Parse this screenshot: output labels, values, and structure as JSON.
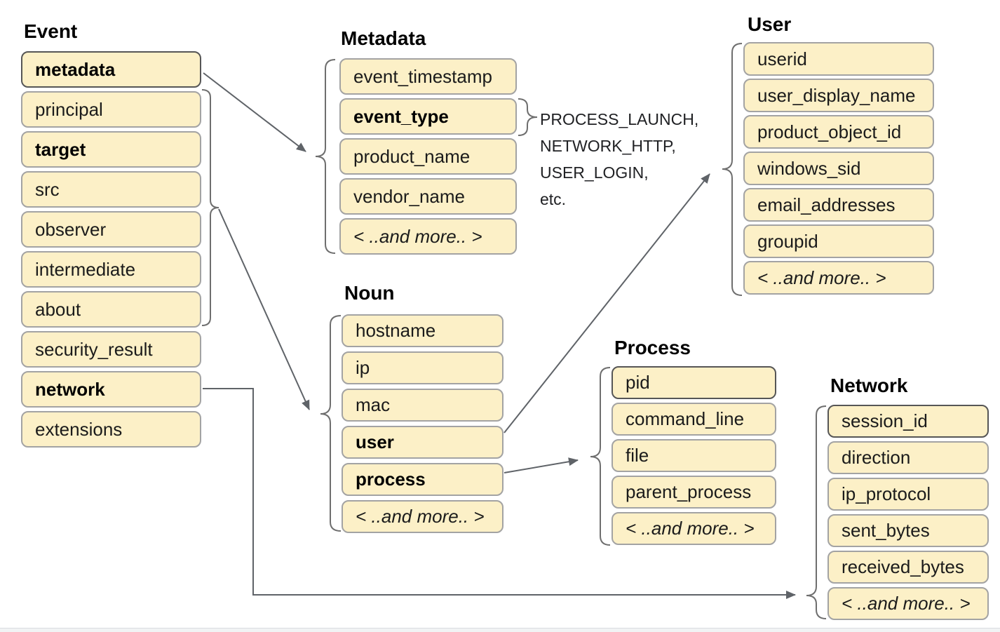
{
  "colors": {
    "box_fill": "#fcf0c7",
    "box_border": "#a3a3a3",
    "box_border_emphasis": "#565656",
    "line": "#5f6368",
    "text": "#1b1b1b"
  },
  "groups": [
    {
      "id": "event",
      "title": "Event",
      "items": [
        {
          "label": "metadata",
          "bold": true,
          "emphasis_border": true
        },
        {
          "label": "principal"
        },
        {
          "label": "target",
          "bold": true
        },
        {
          "label": "src"
        },
        {
          "label": "observer"
        },
        {
          "label": "intermediate"
        },
        {
          "label": "about"
        },
        {
          "label": "security_result"
        },
        {
          "label": "network",
          "bold": true
        },
        {
          "label": "extensions"
        }
      ]
    },
    {
      "id": "metadata",
      "title": "Metadata",
      "items": [
        {
          "label": "event_timestamp"
        },
        {
          "label": "event_type",
          "bold": true
        },
        {
          "label": "product_name"
        },
        {
          "label": "vendor_name"
        },
        {
          "label": "< ..and more.. >",
          "italic": true
        }
      ]
    },
    {
      "id": "noun",
      "title": "Noun",
      "items": [
        {
          "label": "hostname"
        },
        {
          "label": "ip"
        },
        {
          "label": "mac"
        },
        {
          "label": "user",
          "bold": true
        },
        {
          "label": "process",
          "bold": true
        },
        {
          "label": "< ..and more.. >",
          "italic": true
        }
      ]
    },
    {
      "id": "user",
      "title": "User",
      "items": [
        {
          "label": "userid"
        },
        {
          "label": "user_display_name"
        },
        {
          "label": "product_object_id"
        },
        {
          "label": "windows_sid"
        },
        {
          "label": "email_addresses"
        },
        {
          "label": "groupid"
        },
        {
          "label": "< ..and more.. >",
          "italic": true
        }
      ]
    },
    {
      "id": "process",
      "title": "Process",
      "items": [
        {
          "label": "pid",
          "emphasis_border": true
        },
        {
          "label": "command_line"
        },
        {
          "label": "file"
        },
        {
          "label": "parent_process"
        },
        {
          "label": "< ..and more.. >",
          "italic": true
        }
      ]
    },
    {
      "id": "network",
      "title": "Network",
      "items": [
        {
          "label": "session_id",
          "emphasis_border": true
        },
        {
          "label": "direction"
        },
        {
          "label": "ip_protocol"
        },
        {
          "label": "sent_bytes"
        },
        {
          "label": "received_bytes"
        },
        {
          "label": "< ..and more.. >",
          "italic": true
        }
      ]
    }
  ],
  "event_type_values": {
    "lines": [
      "PROCESS_LAUNCH,",
      "NETWORK_HTTP,",
      "USER_LOGIN,",
      "etc."
    ]
  },
  "relationships": [
    {
      "from": "Event.metadata",
      "to": "Metadata"
    },
    {
      "from": "Event.principal..about",
      "to": "Noun"
    },
    {
      "from": "Metadata.event_type",
      "to": "event type values"
    },
    {
      "from": "Noun.user",
      "to": "User"
    },
    {
      "from": "Noun.process",
      "to": "Process"
    },
    {
      "from": "Event.network",
      "to": "Network"
    }
  ]
}
